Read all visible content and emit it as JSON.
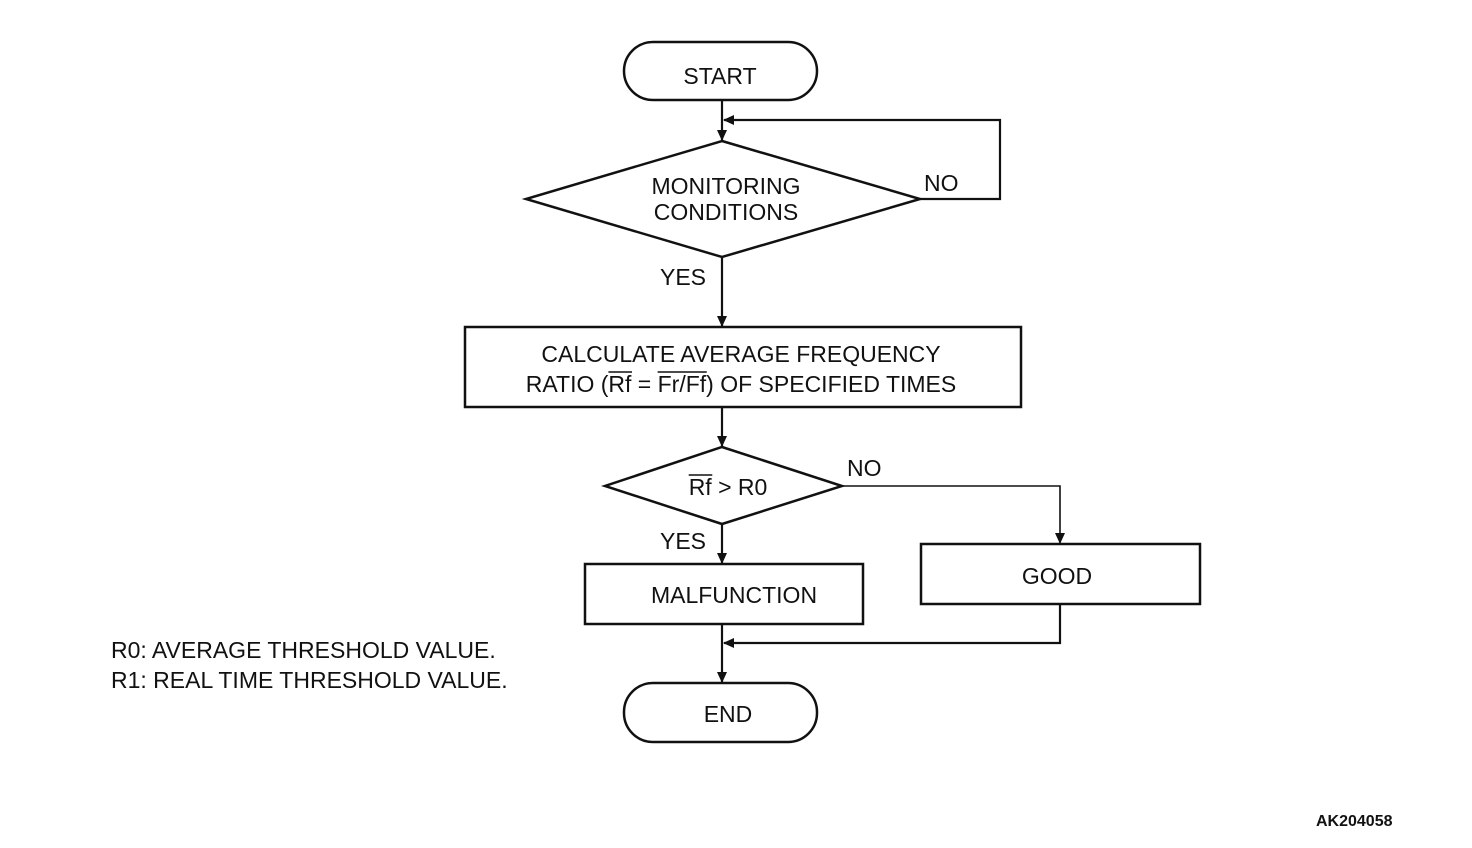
{
  "flowchart": {
    "start": "START",
    "decision1": {
      "line1": "MONITORING",
      "line2": "CONDITIONS",
      "no": "NO",
      "yes": "YES"
    },
    "process": {
      "line1": "CALCULATE AVERAGE FREQUENCY",
      "line2_prefix": "RATIO (",
      "line2_rf": "Rf",
      "line2_eq": " = ",
      "line2_frff": "Fr/Ff",
      "line2_suffix": ") OF SPECIFIED TIMES"
    },
    "decision2": {
      "rf": "Rf",
      "rest": " > R0",
      "no": "NO",
      "yes": "YES"
    },
    "malfunction": "MALFUNCTION",
    "good": "GOOD",
    "end": "END"
  },
  "legend": [
    "R0: AVERAGE THRESHOLD VALUE.",
    "R1: REAL TIME THRESHOLD VALUE."
  ],
  "figure_code": "AK204058"
}
